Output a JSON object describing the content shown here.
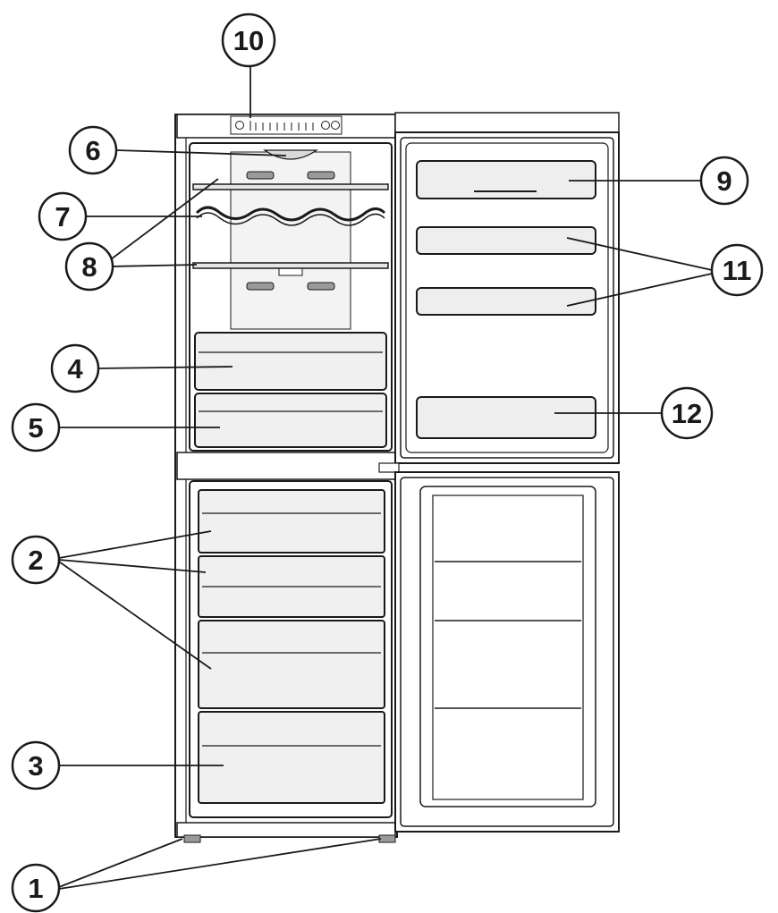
{
  "colors": {
    "ink": "#1a1a1a",
    "paper": "#ffffff",
    "shade": "#d9d9d9",
    "shade_dark": "#9a9a9a"
  },
  "callouts": [
    {
      "id": "1",
      "label": "1",
      "part": "adjustable-feet"
    },
    {
      "id": "2",
      "label": "2",
      "part": "freezer-drawers"
    },
    {
      "id": "3",
      "label": "3",
      "part": "freezer-bottom-drawer"
    },
    {
      "id": "4",
      "label": "4",
      "part": "crisper-drawer-upper"
    },
    {
      "id": "5",
      "label": "5",
      "part": "crisper-drawer-lower"
    },
    {
      "id": "6",
      "label": "6",
      "part": "interior-light"
    },
    {
      "id": "7",
      "label": "7",
      "part": "bottle-rack"
    },
    {
      "id": "8",
      "label": "8",
      "part": "glass-shelves"
    },
    {
      "id": "9",
      "label": "9",
      "part": "door-rack-top"
    },
    {
      "id": "10",
      "label": "10",
      "part": "control-panel"
    },
    {
      "id": "11",
      "label": "11",
      "part": "door-racks-middle"
    },
    {
      "id": "12",
      "label": "12",
      "part": "door-rack-bottom"
    }
  ]
}
